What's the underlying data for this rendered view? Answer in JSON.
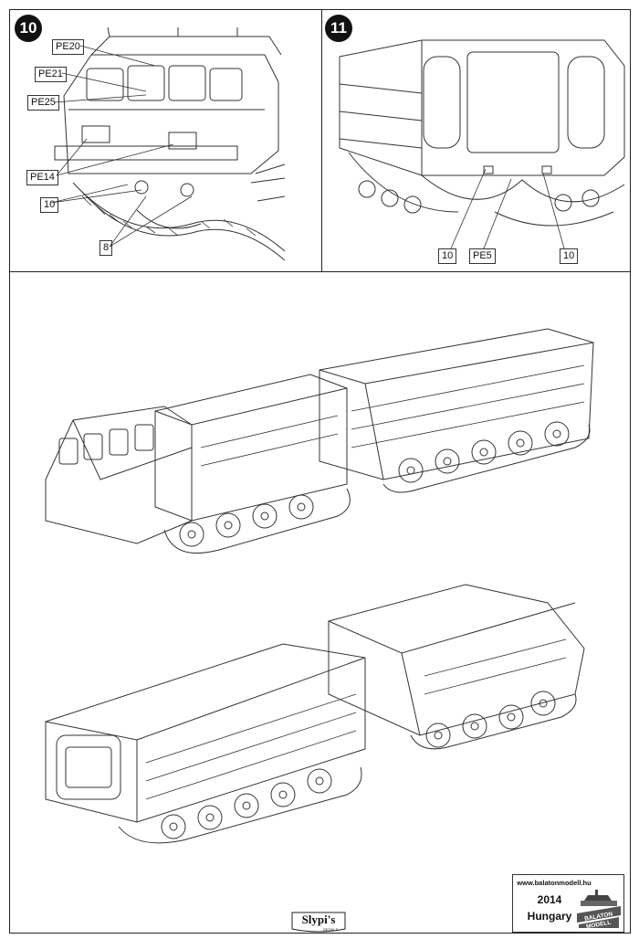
{
  "steps": {
    "step10": {
      "number": "10",
      "callouts": {
        "pe20": "PE20",
        "pe21": "PE21",
        "pe25": "PE25",
        "pe14": "PE14",
        "ten": "10",
        "eight": "8"
      }
    },
    "step11": {
      "number": "11",
      "callouts": {
        "ten_left": "10",
        "pe5": "PE5",
        "ten_right": "10"
      }
    }
  },
  "footer": {
    "url": "www.balatonmodell.hu",
    "year": "2014",
    "country": "Hungary",
    "brand_logo_text": "BALATON MODELL",
    "maker_logo_text": "Slypi's",
    "maker_logo_subtext": "DETAILS"
  },
  "icons": {
    "brand": "tank-logo-icon"
  },
  "colors": {
    "line": "#222222",
    "badge": "#111111"
  }
}
